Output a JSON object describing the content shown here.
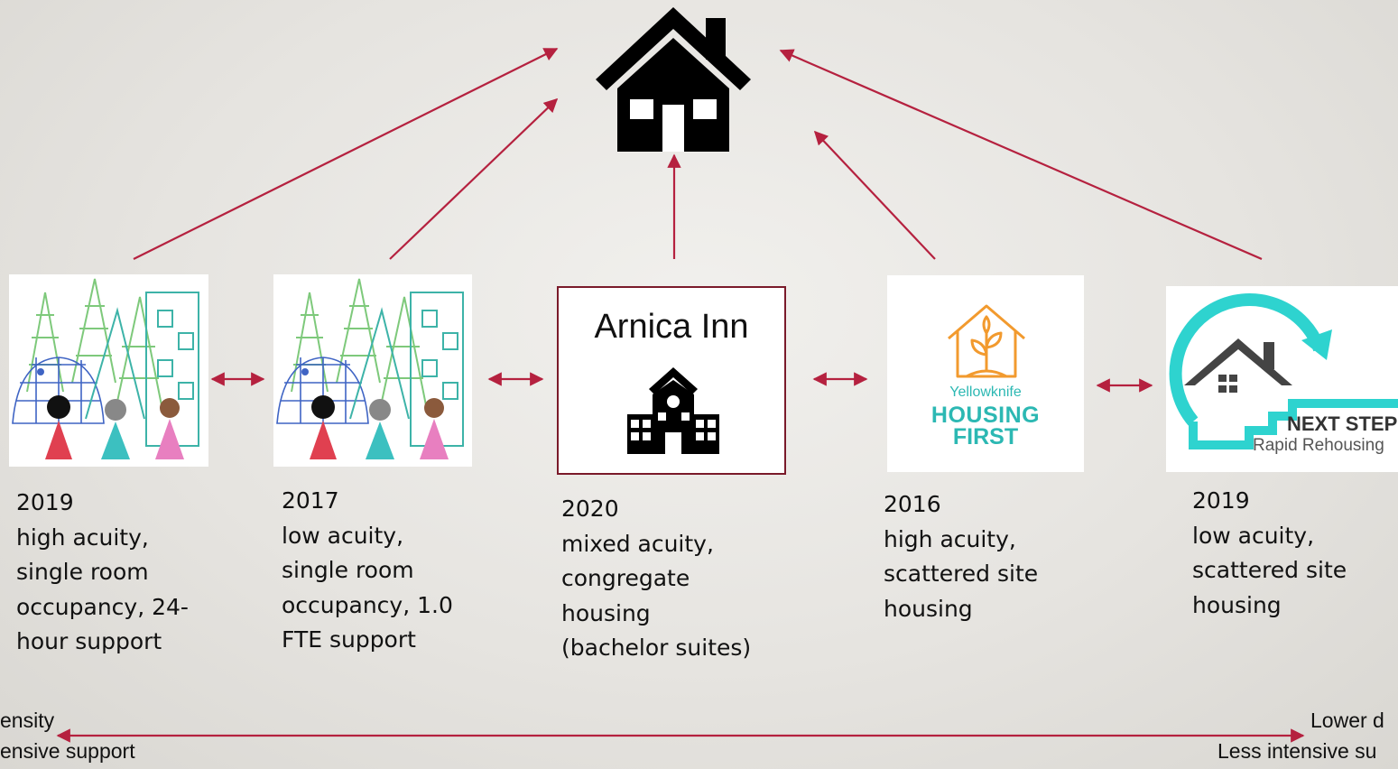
{
  "center": {
    "icon": "house-icon"
  },
  "programs": [
    {
      "image": "drawing-illustration",
      "year": "2019",
      "lines": [
        "high acuity,",
        "single room",
        "occupancy, 24-",
        "hour support"
      ]
    },
    {
      "image": "drawing-illustration",
      "year": "2017",
      "lines": [
        "low acuity,",
        "single room",
        "occupancy, 1.0",
        "FTE support"
      ]
    },
    {
      "title": "Arnica Inn",
      "icon": "school-building-icon",
      "year": "2020",
      "lines": [
        "mixed acuity,",
        "congregate",
        "housing",
        "(bachelor suites)"
      ]
    },
    {
      "logo_line1": "Yellowknife",
      "logo_line2": "HOUSING",
      "logo_line3": "FIRST",
      "year": "2016",
      "lines": [
        "high acuity,",
        "scattered site",
        "housing"
      ]
    },
    {
      "logo_line1": "NEXT STEP",
      "logo_line2": "Rapid Rehousing",
      "year": "2019",
      "lines": [
        "low acuity,",
        "scattered site",
        "housing"
      ]
    }
  ],
  "scale": {
    "left_line1": "ensity",
    "left_line2": "ensive support",
    "right_line1": "Lower d",
    "right_line2": "Less intensive su"
  },
  "colors": {
    "arrow": "#b5213f",
    "frame": "#7a1a2a",
    "teal": "#2ed3cf",
    "orange": "#f29a2e"
  }
}
